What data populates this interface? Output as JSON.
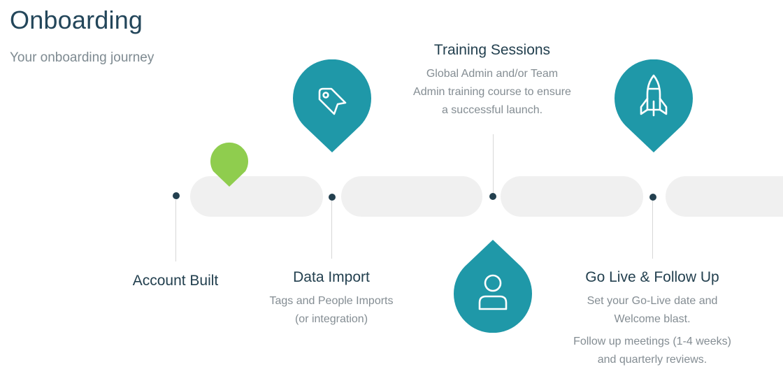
{
  "header": {
    "title": "Onboarding",
    "subtitle": "Your onboarding journey"
  },
  "colors": {
    "teal": "#1f98a8",
    "green": "#8fcd4e",
    "track": "#f0f0f0",
    "dot": "#23404f"
  },
  "steps": [
    {
      "title": "Account Built",
      "description": [],
      "icon": "none",
      "pin_color": "green"
    },
    {
      "title": "Data Import",
      "description": [
        "Tags and People Imports",
        "(or integration)"
      ],
      "icon": "tag-icon",
      "pin_color": "teal"
    },
    {
      "title": "Training Sessions",
      "description": [
        "Global Admin and/or Team",
        "Admin training course to ensure",
        "a successful launch."
      ],
      "icon": "user-icon",
      "pin_color": "teal"
    },
    {
      "title": "Go Live & Follow Up",
      "description": [
        "Set your Go-Live date and",
        "Welcome blast."
      ],
      "description_extra": [
        "Follow up meetings (1-4 weeks)",
        "and quarterly reviews."
      ],
      "icon": "rocket-icon",
      "pin_color": "teal"
    }
  ]
}
